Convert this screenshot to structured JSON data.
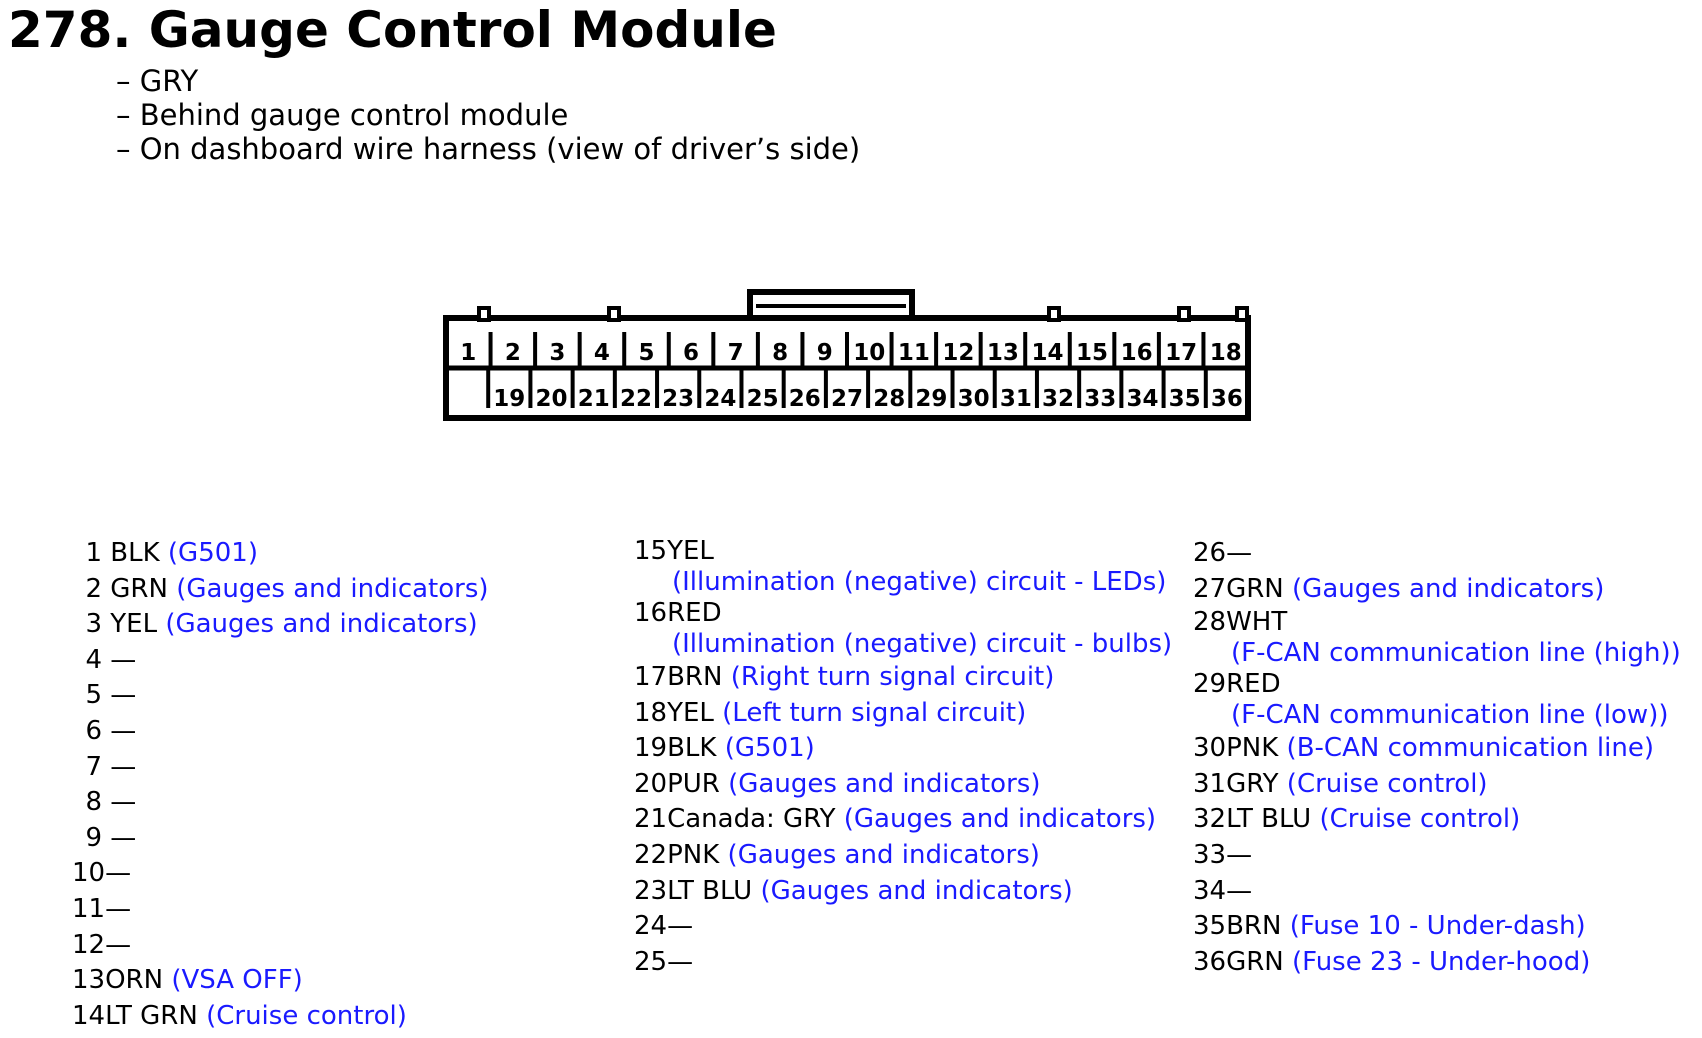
{
  "title": "278. Gauge Control Module",
  "notes": [
    "– GRY",
    "– Behind gauge control module",
    "– On dashboard wire harness (view of driver’s side)"
  ],
  "connector": {
    "top_row": [
      "1",
      "2",
      "3",
      "4",
      "5",
      "6",
      "7",
      "8",
      "9",
      "10",
      "11",
      "12",
      "13",
      "14",
      "15",
      "16",
      "17",
      "18"
    ],
    "bottom_row": [
      "",
      "19",
      "20",
      "21",
      "22",
      "23",
      "24",
      "25",
      "26",
      "27",
      "28",
      "29",
      "30",
      "31",
      "32",
      "33",
      "34",
      "35",
      "36"
    ]
  },
  "pins": [
    {
      "num": "1",
      "wire": "BLK",
      "desc": "(G501)"
    },
    {
      "num": "2",
      "wire": "GRN",
      "desc": "(Gauges and indicators)"
    },
    {
      "num": "3",
      "wire": "YEL",
      "desc": "(Gauges and indicators)"
    },
    {
      "num": "4",
      "wire": "—",
      "desc": ""
    },
    {
      "num": "5",
      "wire": "—",
      "desc": ""
    },
    {
      "num": "6",
      "wire": "—",
      "desc": ""
    },
    {
      "num": "7",
      "wire": "—",
      "desc": ""
    },
    {
      "num": "8",
      "wire": "—",
      "desc": ""
    },
    {
      "num": "9",
      "wire": "—",
      "desc": ""
    },
    {
      "num": "10",
      "wire": "—",
      "desc": ""
    },
    {
      "num": "11",
      "wire": "—",
      "desc": ""
    },
    {
      "num": "12",
      "wire": "—",
      "desc": ""
    },
    {
      "num": "13",
      "wire": "ORN",
      "desc": "(VSA OFF)"
    },
    {
      "num": "14",
      "wire": "LT GRN",
      "desc": "(Cruise control)"
    },
    {
      "num": "15",
      "wire": "YEL",
      "desc": "(Illumination (negative) circuit - LEDs)"
    },
    {
      "num": "16",
      "wire": "RED",
      "desc": "(Illumination (negative) circuit - bulbs)"
    },
    {
      "num": "17",
      "wire": "BRN",
      "desc": "(Right turn signal circuit)"
    },
    {
      "num": "18",
      "wire": "YEL",
      "desc": "(Left turn signal circuit)"
    },
    {
      "num": "19",
      "wire": "BLK",
      "desc": "(G501)"
    },
    {
      "num": "20",
      "wire": "PUR",
      "desc": "(Gauges and indicators)"
    },
    {
      "num": "21",
      "wire": "Canada: GRY",
      "desc": "(Gauges and indicators)"
    },
    {
      "num": "22",
      "wire": "PNK",
      "desc": "(Gauges and indicators)"
    },
    {
      "num": "23",
      "wire": "LT BLU",
      "desc": "(Gauges and indicators)"
    },
    {
      "num": "24",
      "wire": "—",
      "desc": ""
    },
    {
      "num": "25",
      "wire": "—",
      "desc": ""
    },
    {
      "num": "26",
      "wire": "—",
      "desc": ""
    },
    {
      "num": "27",
      "wire": "GRN",
      "desc": "(Gauges and indicators)"
    },
    {
      "num": "28",
      "wire": "WHT",
      "desc": "(F-CAN communication line (high))"
    },
    {
      "num": "29",
      "wire": "RED",
      "desc": "(F-CAN communication line (low))"
    },
    {
      "num": "30",
      "wire": "PNK",
      "desc": "(B-CAN communication line)"
    },
    {
      "num": "31",
      "wire": "GRY",
      "desc": "(Cruise control)"
    },
    {
      "num": "32",
      "wire": "LT BLU",
      "desc": "(Cruise control)"
    },
    {
      "num": "33",
      "wire": "—",
      "desc": ""
    },
    {
      "num": "34",
      "wire": "—",
      "desc": ""
    },
    {
      "num": "35",
      "wire": "BRN",
      "desc": "(Fuse 10 - Under-dash)"
    },
    {
      "num": "36",
      "wire": "GRN",
      "desc": "(Fuse 23 - Under-hood)"
    }
  ]
}
